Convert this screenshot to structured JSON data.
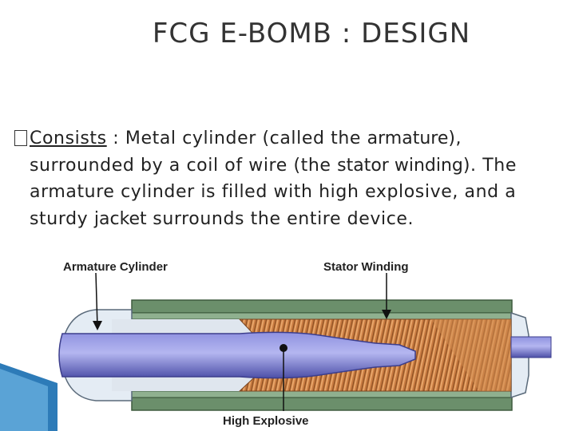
{
  "slide": {
    "title": "FCG E-BOMB : DESIGN",
    "bullet": {
      "icon": "box-bullet-icon",
      "lead": "Consists",
      "text_1": " :  Metal cylinder (called the ",
      "kw_armature": "armature",
      "text_2": "), surrounded by a coil of wire (the ",
      "kw_stator": "stator winding",
      "text_3": "). The armature cylinder is filled with high explosive, and a sturdy ",
      "kw_jacket": "jacket",
      "text_4": " surrounds the entire device."
    }
  },
  "diagram": {
    "labels": {
      "armature": "Armature Cylinder",
      "stator": "Stator Winding",
      "explosive": "High Explosive"
    },
    "colors": {
      "jacket": "#6b8f6b",
      "armature": "#6f72c8",
      "winding": "#c87a40",
      "nose": "#e4ecf4"
    }
  }
}
